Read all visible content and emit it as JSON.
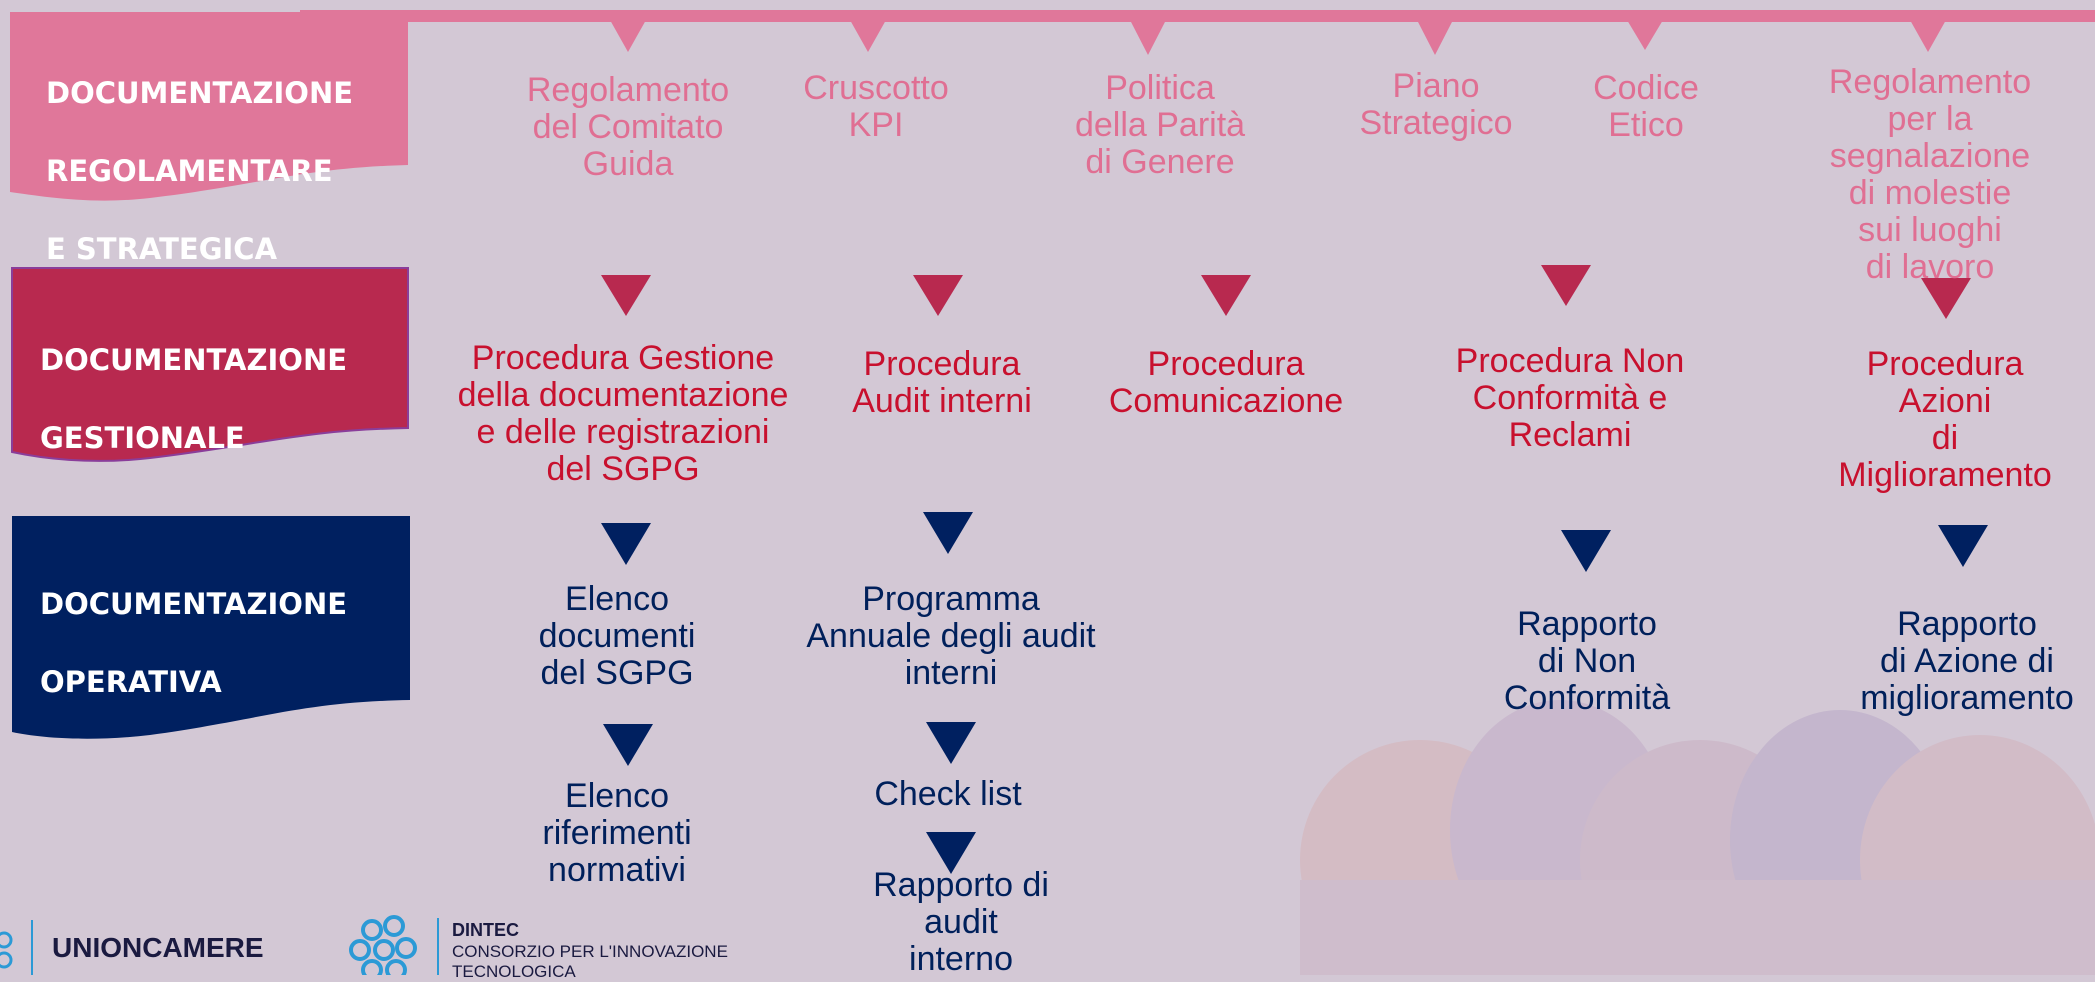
{
  "levels": {
    "strategica": {
      "line1": "DOCUMENTAZIONE",
      "line2": "REGOLAMENTARE",
      "line3": "E STRATEGICA",
      "color": "#e0779a"
    },
    "gestionale": {
      "line1": "DOCUMENTAZIONE",
      "line2": "GESTIONALE",
      "color": "#b8294f"
    },
    "operativa": {
      "line1": "DOCUMENTAZIONE",
      "line2": "OPERATIVA",
      "color": "#002060"
    }
  },
  "strategic_docs": [
    "Regolamento\ndel Comitato\nGuida",
    "Cruscotto\nKPI",
    "Politica\ndella Parità\ndi Genere",
    "Piano\nStrategico",
    "Codice\nEtico",
    "Regolamento\nper la segnalazione\ndi molestie sui luoghi\ndi lavoro"
  ],
  "management_docs": [
    "Procedura Gestione\ndella documentazione\ne delle registrazioni\ndel SGPG",
    "Procedura\nAudit interni",
    "Procedura\nComunicazione",
    "Procedura Non\nConformità e\nReclami",
    "Procedura Azioni\ndi Miglioramento"
  ],
  "operational_docs": {
    "col1": [
      "Elenco\ndocumenti\ndel SGPG",
      "Elenco\nriferimenti\nnormativi"
    ],
    "col2": [
      "Programma\nAnnuale degli audit\ninterni",
      "Check list",
      "Rapporto di\naudit\ninterno"
    ],
    "col4": [
      "Rapporto\ndi Non\nConformità"
    ],
    "col5": [
      "Rapporto\ndi Azione di\nmiglioramento"
    ]
  },
  "logos": {
    "unioncamere": "UNIONCAMERE",
    "dintec_title": "DINTEC",
    "dintec_sub1": "CONSORZIO PER L'INNOVAZIONE",
    "dintec_sub2": "TECNOLOGICA"
  },
  "colors": {
    "background": "#d3c8d5",
    "strategic_text": "#e06f93",
    "management_text": "#c8102e",
    "operational_text": "#00205b",
    "management_arrow": "#b8294f",
    "operational_arrow": "#002060",
    "top_bar": "#e0779a"
  }
}
